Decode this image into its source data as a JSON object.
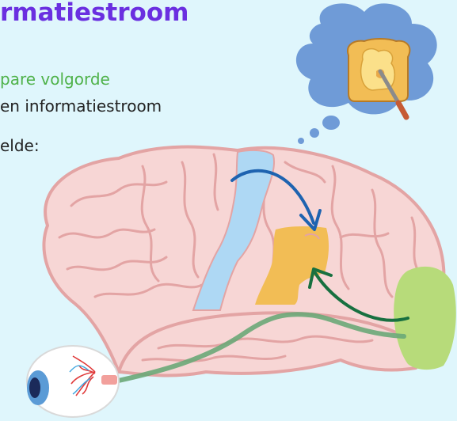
{
  "title": "rmatiestroom",
  "text_lines": [
    "pare volgorde",
    "en informatiestroom",
    "elde:"
  ],
  "colors": {
    "title": "#6a2fe0",
    "accent_text": "#4fb24a",
    "body_text": "#222222",
    "background": "#dff6fc",
    "brain_fill": "#f7d6d5",
    "brain_outline": "#e3a4a4",
    "visual_cortex": "#b7db7a",
    "motor_strip": "#aed8f4",
    "target_area": "#f2bd55",
    "arrow_blue": "#1e63b0",
    "arrow_green": "#187040",
    "thought_cloud": "#6f9bd7"
  },
  "icons": [
    "thought-cloud-icon",
    "toast-with-knife-icon",
    "eye-icon",
    "brain-illustration"
  ]
}
